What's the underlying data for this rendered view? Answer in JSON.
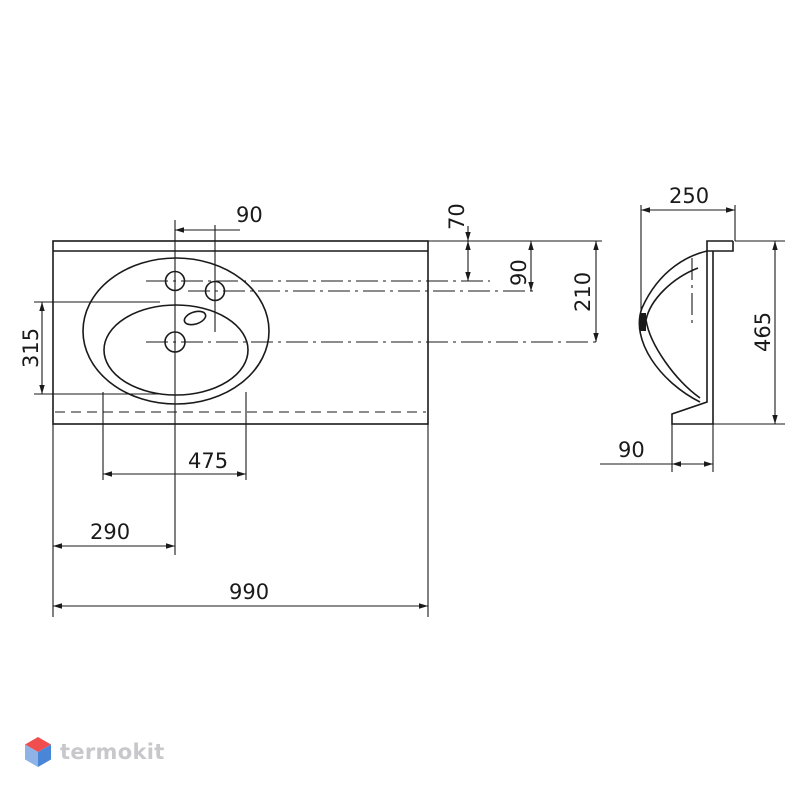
{
  "brand": {
    "name": "termokit",
    "colors": {
      "top": "#f04e4e",
      "left": "#8fb3e6",
      "right": "#4a86d8"
    }
  },
  "drawing": {
    "line_color": "#1a1a1a",
    "dimensions": {
      "top_hole_spacing": "90",
      "rim_to_hole": "70",
      "rim_to_hole2": "90",
      "rim_to_drain": "210",
      "bowl_depth": "315",
      "bowl_width": "475",
      "drain_offset": "290",
      "total_width": "990",
      "side_depth": "250",
      "side_height": "465",
      "side_base": "90"
    }
  }
}
